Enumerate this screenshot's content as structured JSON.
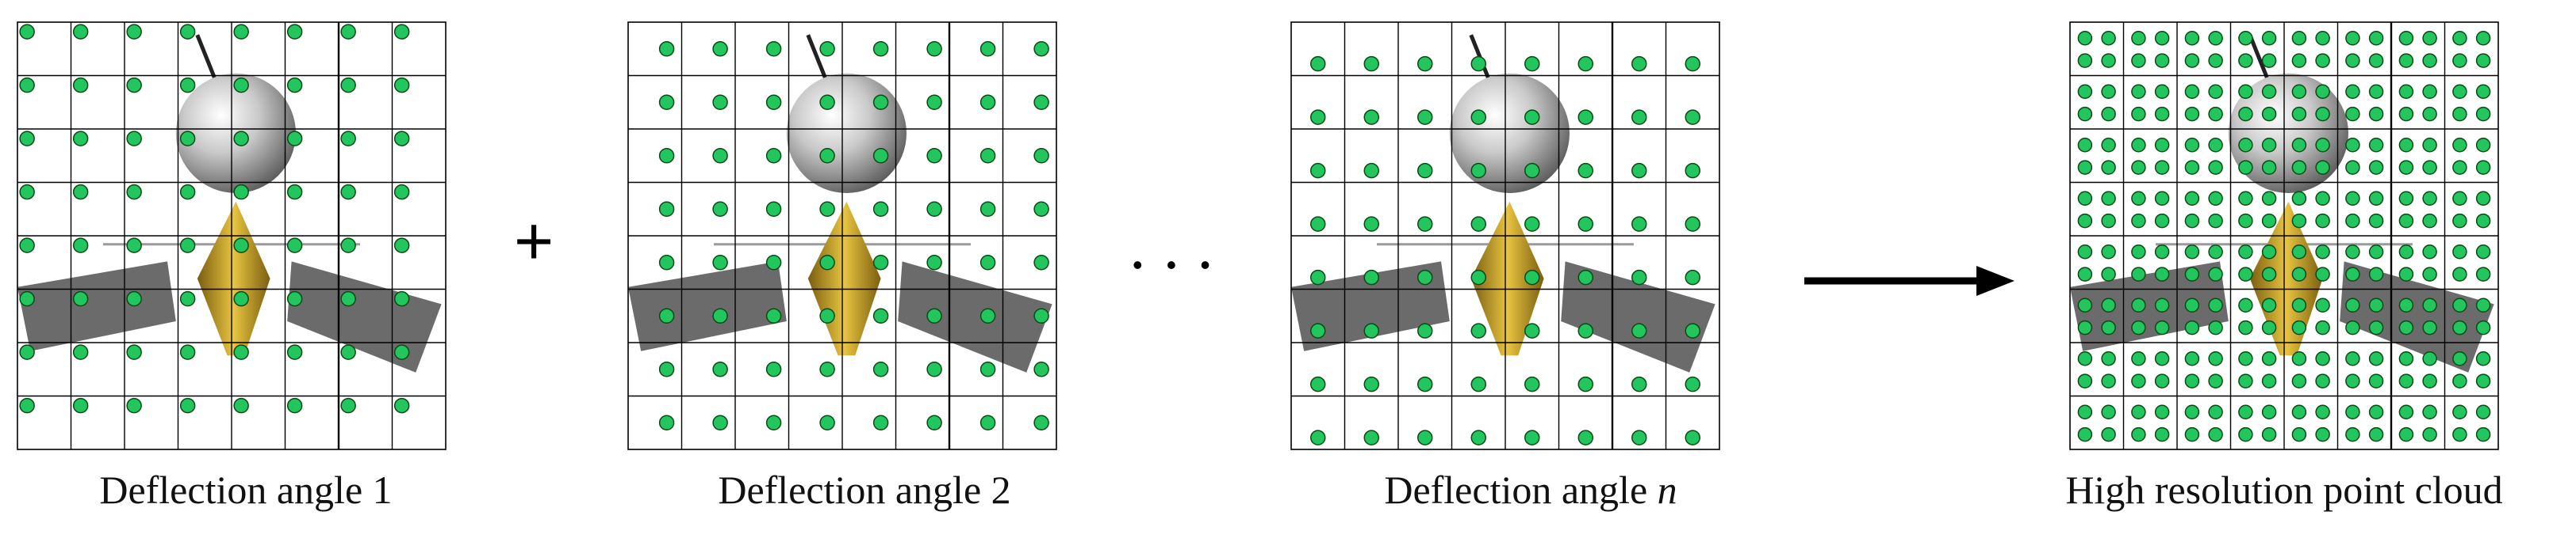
{
  "panels": [
    {
      "caption_text": "Deflection angle ",
      "caption_var": "1",
      "var_italic": false
    },
    {
      "caption_text": "Deflection angle ",
      "caption_var": "2",
      "var_italic": false
    },
    {
      "caption_text": "Deflection angle ",
      "caption_var": "n",
      "var_italic": true
    },
    {
      "caption_text": "High resolution point cloud",
      "caption_var": "",
      "var_italic": false
    }
  ],
  "operators": {
    "plus": "+",
    "ellipsis": "• • •"
  },
  "colors": {
    "point_fill": "#22c55e",
    "point_stroke": "#0a4a14",
    "grid_line": "#000000",
    "panel_wing": "#6b6b6b",
    "body_gold": "#c9a227",
    "dish_silver": "#c8c8c8",
    "arrow": "#000000"
  }
}
